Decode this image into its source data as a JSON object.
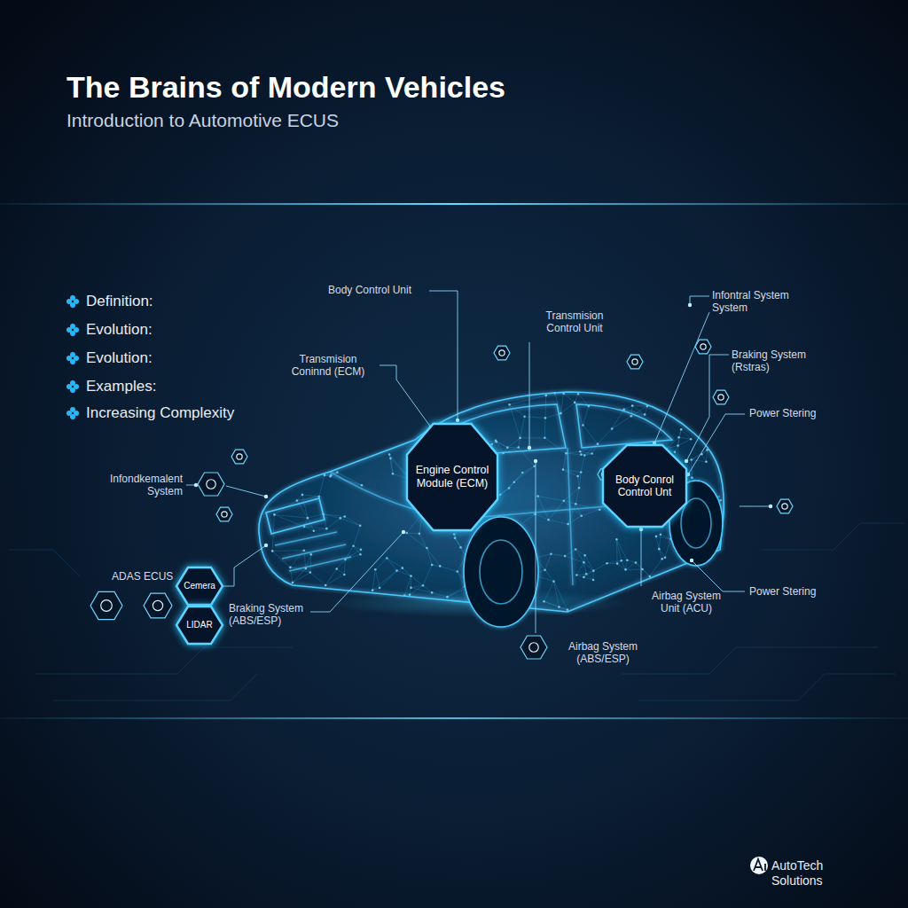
{
  "diagram": {
    "title": "The Brains of Modern Vehicles",
    "nodes": [
      {
        "text": [
          "Engine Control Module (ECM)"
        ]
      },
      {
        "text": [
          "Body Conrol Control Unt"
        ]
      },
      {
        "text": [
          "Cemera"
        ]
      },
      {
        "text": [
          "LIDAR"
        ]
      }
    ],
    "labels": [
      "Introduction to Automotive ECUS",
      "Definition:",
      "Evolution:",
      "Evolution:",
      "Examples:",
      "Increasing Complexity",
      "Body Control Unit",
      "Transmision Control Unit",
      "Infontral System System",
      "Transmision Coninnd (ECM)",
      "Braking System (Rstras)",
      "Power Stering",
      "Infondkemalent System",
      "ADAS ECUS",
      "Braking System (ABS/ESP)",
      "Airbag System Unit (ACU)",
      "Power Stering",
      "Airbag System (ABS/ESP)",
      "AutoTech Solutions"
    ]
  }
}
